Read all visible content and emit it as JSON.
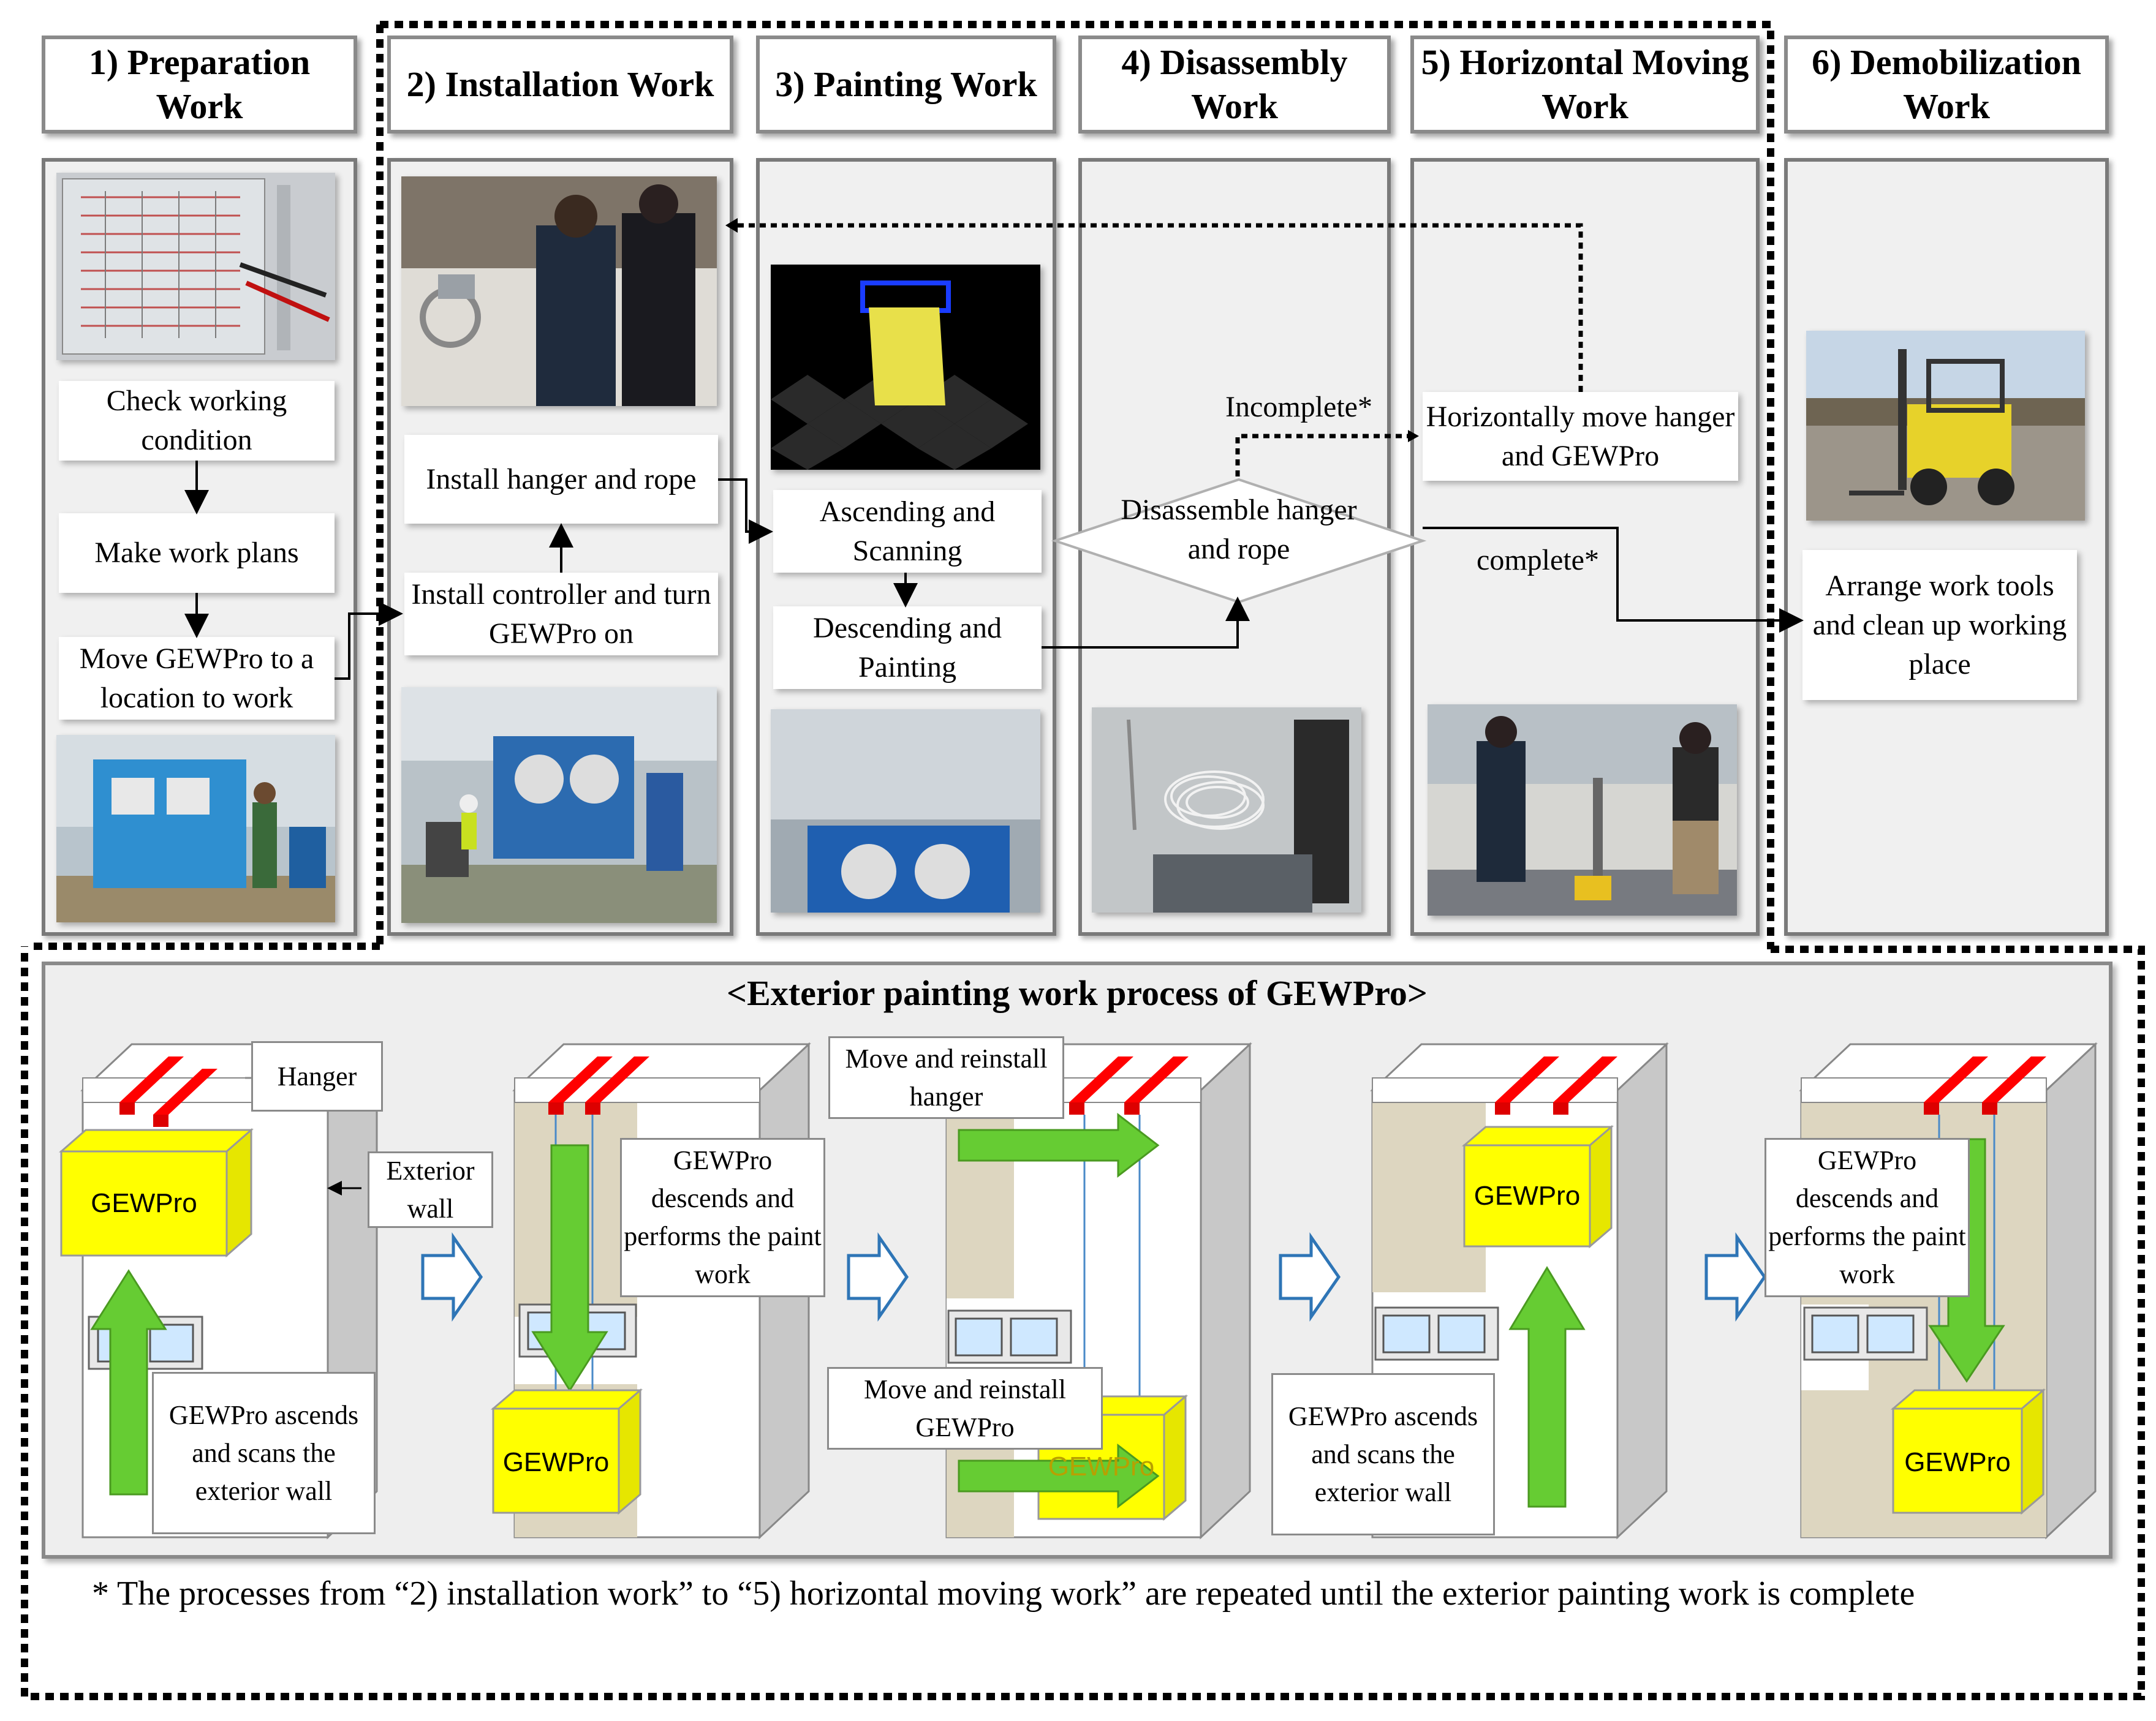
{
  "headers": [
    "1) Preparation Work",
    "2) Installation Work",
    "3) Painting Work",
    "4) Disassembly Work",
    "5) Horizontal Moving Work",
    "6) Demobilization Work"
  ],
  "prep": {
    "check": "Check working condition",
    "plans": "Make work plans",
    "move": "Move GEWPro to a location to work"
  },
  "install": {
    "hanger": "Install hanger and rope",
    "controller": "Install controller and turn GEWPro on"
  },
  "paint": {
    "asc": "Ascending and Scanning",
    "desc": "Descending and Painting"
  },
  "disasm": {
    "label": "Disassemble hanger and rope",
    "incomplete": "Incomplete*",
    "complete": "complete*"
  },
  "hmove": {
    "label": "Horizontally move hanger and GEWPro"
  },
  "demob": {
    "label": "Arrange work tools and clean up working place"
  },
  "bottom": {
    "title": "<Exterior painting work process of GEWPro>",
    "gewpro": "GEWPro",
    "hanger": "Hanger",
    "exterior_wall": "Exterior wall",
    "asc_scan": "GEWPro ascends and scans the exterior wall",
    "desc_paint": "GEWPro descends and performs the paint work",
    "move_hanger": "Move and reinstall hanger",
    "move_gewpro": "Move and reinstall GEWPro"
  },
  "footnote": "* The processes from “2) installation work” to “5) horizontal moving work” are repeated until the exterior painting work is complete",
  "colors": {
    "gewpro_yellow": "#ffff00",
    "hanger_red": "#ff0000",
    "arrow_green": "#66cc33",
    "paint_beige": "#ddd6c0"
  }
}
